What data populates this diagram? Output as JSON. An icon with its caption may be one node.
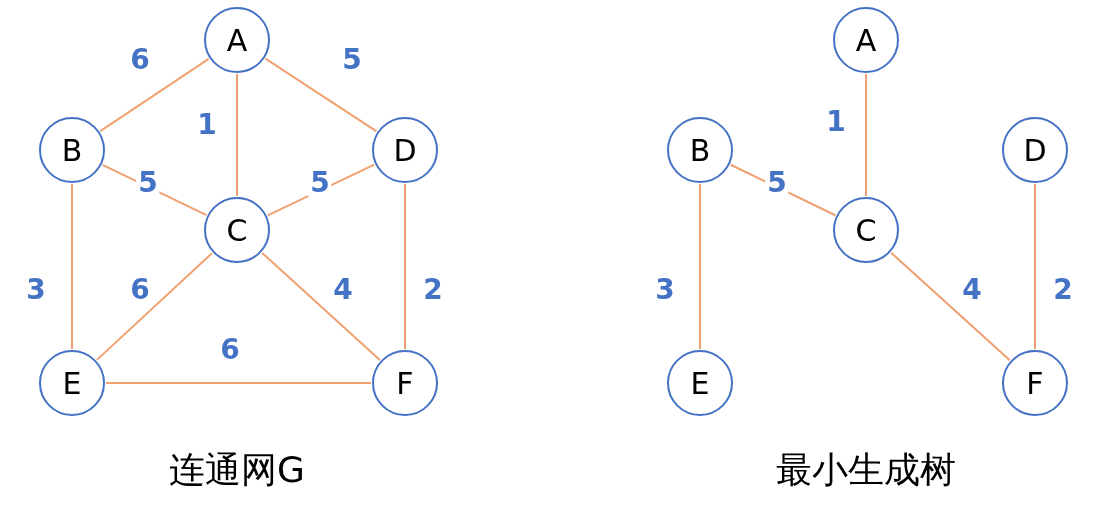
{
  "diagram": {
    "nodes": [
      {
        "text": [
          "A"
        ]
      },
      {
        "text": [
          "B"
        ]
      },
      {
        "text": [
          "C"
        ]
      },
      {
        "text": [
          "D"
        ]
      },
      {
        "text": [
          "E"
        ]
      },
      {
        "text": [
          "F"
        ]
      },
      {
        "text": [
          "A"
        ]
      },
      {
        "text": [
          "B"
        ]
      },
      {
        "text": [
          "C"
        ]
      },
      {
        "text": [
          "D"
        ]
      },
      {
        "text": [
          "E"
        ]
      },
      {
        "text": [
          "F"
        ]
      }
    ],
    "edges": [
      {
        "from": 0,
        "to": 1,
        "arrow": "none",
        "label": "6"
      },
      {
        "from": 0,
        "to": 2,
        "arrow": "none",
        "label": "1"
      },
      {
        "from": 0,
        "to": 3,
        "arrow": "none",
        "label": "5"
      },
      {
        "from": 1,
        "to": 2,
        "arrow": "none",
        "label": "5"
      },
      {
        "from": 2,
        "to": 3,
        "arrow": "none",
        "label": "5"
      },
      {
        "from": 1,
        "to": 4,
        "arrow": "none",
        "label": "3"
      },
      {
        "from": 2,
        "to": 4,
        "arrow": "none",
        "label": "6"
      },
      {
        "from": 2,
        "to": 5,
        "arrow": "none",
        "label": "4"
      },
      {
        "from": 3,
        "to": 5,
        "arrow": "none",
        "label": "2"
      },
      {
        "from": 4,
        "to": 5,
        "arrow": "none",
        "label": "6"
      },
      {
        "from": 6,
        "to": 8,
        "arrow": "none",
        "label": "1"
      },
      {
        "from": 7,
        "to": 8,
        "arrow": "none",
        "label": "5"
      },
      {
        "from": 7,
        "to": 10,
        "arrow": "none",
        "label": "3"
      },
      {
        "from": 8,
        "to": 11,
        "arrow": "none",
        "label": "4"
      },
      {
        "from": 9,
        "to": 11,
        "arrow": "none",
        "label": "2"
      }
    ],
    "labels": [
      "连通网G",
      "最小生成树"
    ]
  }
}
